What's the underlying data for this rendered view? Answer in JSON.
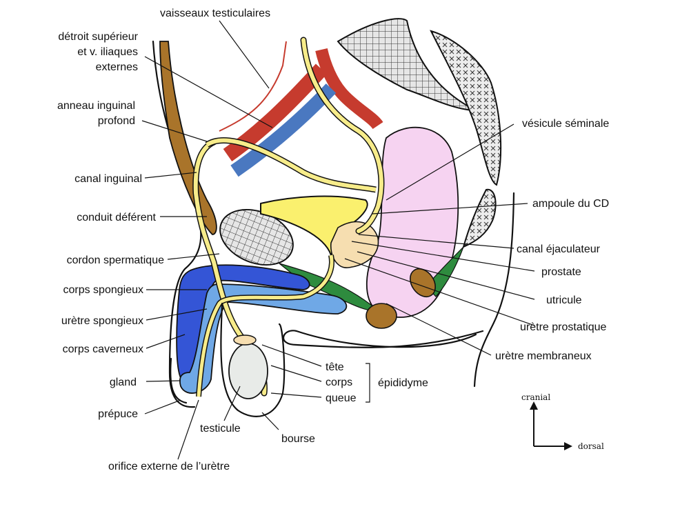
{
  "labels": {
    "vaisseaux": "vaisseaux testiculaires",
    "detroit1": "détroit supérieur",
    "detroit2": "et v. iliaques",
    "detroit3": "externes",
    "anneau1": "anneau inguinal",
    "anneau2": "profond",
    "canal_inguinal": "canal inguinal",
    "conduit": "conduit déférent",
    "cordon": "cordon spermatique",
    "corps_spongieux": "corps spongieux",
    "uretre_spongieux": "urètre spongieux",
    "corps_caverneux": "corps caverneux",
    "gland": "gland",
    "prepuce": "prépuce",
    "testicule": "testicule",
    "bourse": "bourse",
    "orifice": "orifice externe de l’urètre",
    "vesicule": "vésicule séminale",
    "ampoule": "ampoule du CD",
    "canal_ejac": "canal éjaculateur",
    "prostate": "prostate",
    "utricule": "utricule",
    "uretre_prost": "urètre prostatique",
    "uretre_memb": "urètre membraneux",
    "tete": "tête",
    "corps": "corps",
    "queue": "queue",
    "epididyme": "épididyme"
  },
  "orientation": {
    "cranial": "cranial",
    "dorsal": "dorsal"
  },
  "colors": {
    "artery": "#c63b2e",
    "vein": "#4a78c0",
    "ductus": "#f7ec8a",
    "bladder": "#faf06e",
    "muscle": "#a9742a",
    "vesicle": "#f6d3f1",
    "bone": "#e6e6e6",
    "gland_green": "#2e8b3e",
    "spongy": "#6fa8e6",
    "cavernous": "#3455d6",
    "prostate": "#f6deb0",
    "testis": "#e8ebe8"
  }
}
